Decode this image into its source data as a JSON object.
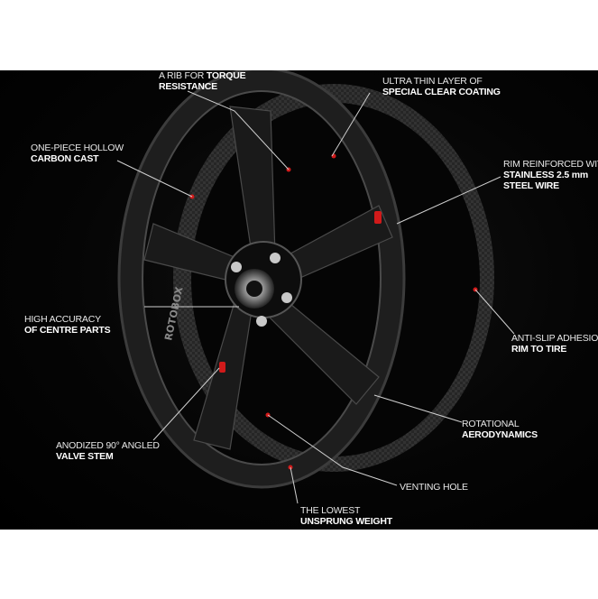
{
  "callouts": {
    "torque": {
      "line1": "A RIB FOR",
      "bold_inline": "TORQUE",
      "line2": "RESISTANCE"
    },
    "coating": {
      "line1": "ULTRA THIN LAYER OF",
      "line2": "SPECIAL CLEAR COATING"
    },
    "hollow": {
      "line1": "ONE-PIECE HOLLOW",
      "line2": "CARBON CAST"
    },
    "rim": {
      "line1": "RIM REINFORCED WITH",
      "line2": "STAINLESS 2.5 mm",
      "line3": "STEEL WIRE"
    },
    "centre": {
      "line1": "HIGH ACCURACY",
      "line2": "OF CENTRE PARTS"
    },
    "antislip": {
      "line1": "ANTI-SLIP ADHESION",
      "line2": "RIM TO TIRE"
    },
    "aero": {
      "line1": "ROTATIONAL",
      "line2": "AERODYNAMICS"
    },
    "valve": {
      "line1": "ANODIZED 90° ANGLED",
      "line2": "VALVE STEM"
    },
    "venting": {
      "line1": "VENTING HOLE"
    },
    "unsprung": {
      "line1": "THE LOWEST",
      "line2": "UNSPRUNG WEIGHT"
    }
  },
  "wheel_branding": "ROTOBOX",
  "colors": {
    "background": "#000000",
    "accent": "#d11a1a",
    "text": "#ffffff"
  }
}
